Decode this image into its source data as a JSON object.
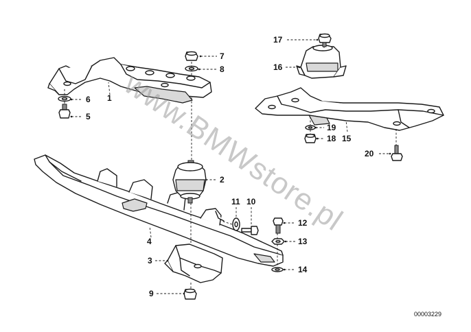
{
  "diagram_ref": "00003229",
  "watermark": "www.BMWstore.pl",
  "callouts": {
    "c1": "1",
    "c2": "2",
    "c3": "3",
    "c4": "4",
    "c5": "5",
    "c6": "6",
    "c7": "7",
    "c8": "8",
    "c9": "9",
    "c10": "10",
    "c11": "11",
    "c12": "12",
    "c13": "13",
    "c14": "14",
    "c15": "15",
    "c16": "16",
    "c17": "17",
    "c18": "18",
    "c19": "19",
    "c20": "20"
  }
}
